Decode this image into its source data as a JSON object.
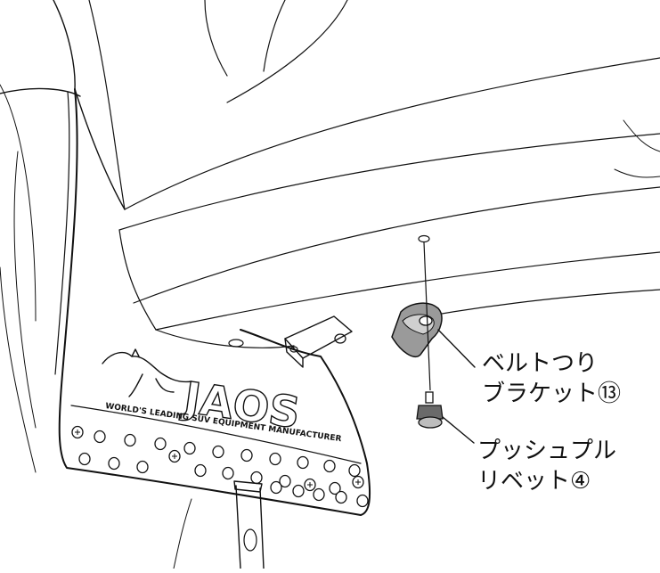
{
  "labels": {
    "belt_bracket": {
      "line1": "ベルトつり",
      "line2": "ブラケット⑬"
    },
    "push_rivet": {
      "line1": "プッシュプル",
      "line2": "リベット④"
    }
  },
  "mudflap_logo": {
    "brand": "JAOS",
    "tagline": "WORLD'S LEADING SUV EQUIPMENT MANUFACTURER"
  },
  "colors": {
    "line": "#111111",
    "background": "#ffffff",
    "part_fill": "#8c8c8c"
  }
}
